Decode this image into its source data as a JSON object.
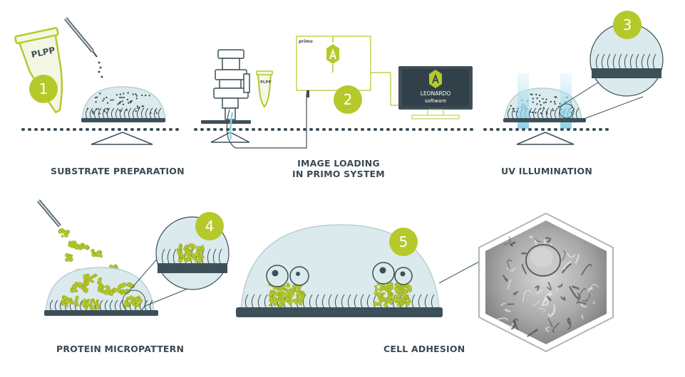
{
  "steps": [
    {
      "number": "1",
      "label": "SUBSTRATE PREPARATION",
      "tube_label": "PLPP"
    },
    {
      "number": "2",
      "label_line1": "IMAGE LOADING",
      "label_line2": "IN PRIMO SYSTEM",
      "device_brand": "primo",
      "small_tube_label": "PLPP",
      "monitor_line1": "LEONARDO",
      "monitor_line2": "software"
    },
    {
      "number": "3",
      "label": "UV ILLUMINATION"
    },
    {
      "number": "4",
      "label": "PROTEIN MICROPATTERN"
    },
    {
      "number": "5",
      "label": "CELL ADHESION"
    }
  ],
  "colors": {
    "accent_green": "#b5c92b",
    "dark_slate": "#3d4f58",
    "dome_fill": "#dbeaec",
    "uv_blue": "#8fd3ea",
    "caption": "#3b4a52"
  }
}
